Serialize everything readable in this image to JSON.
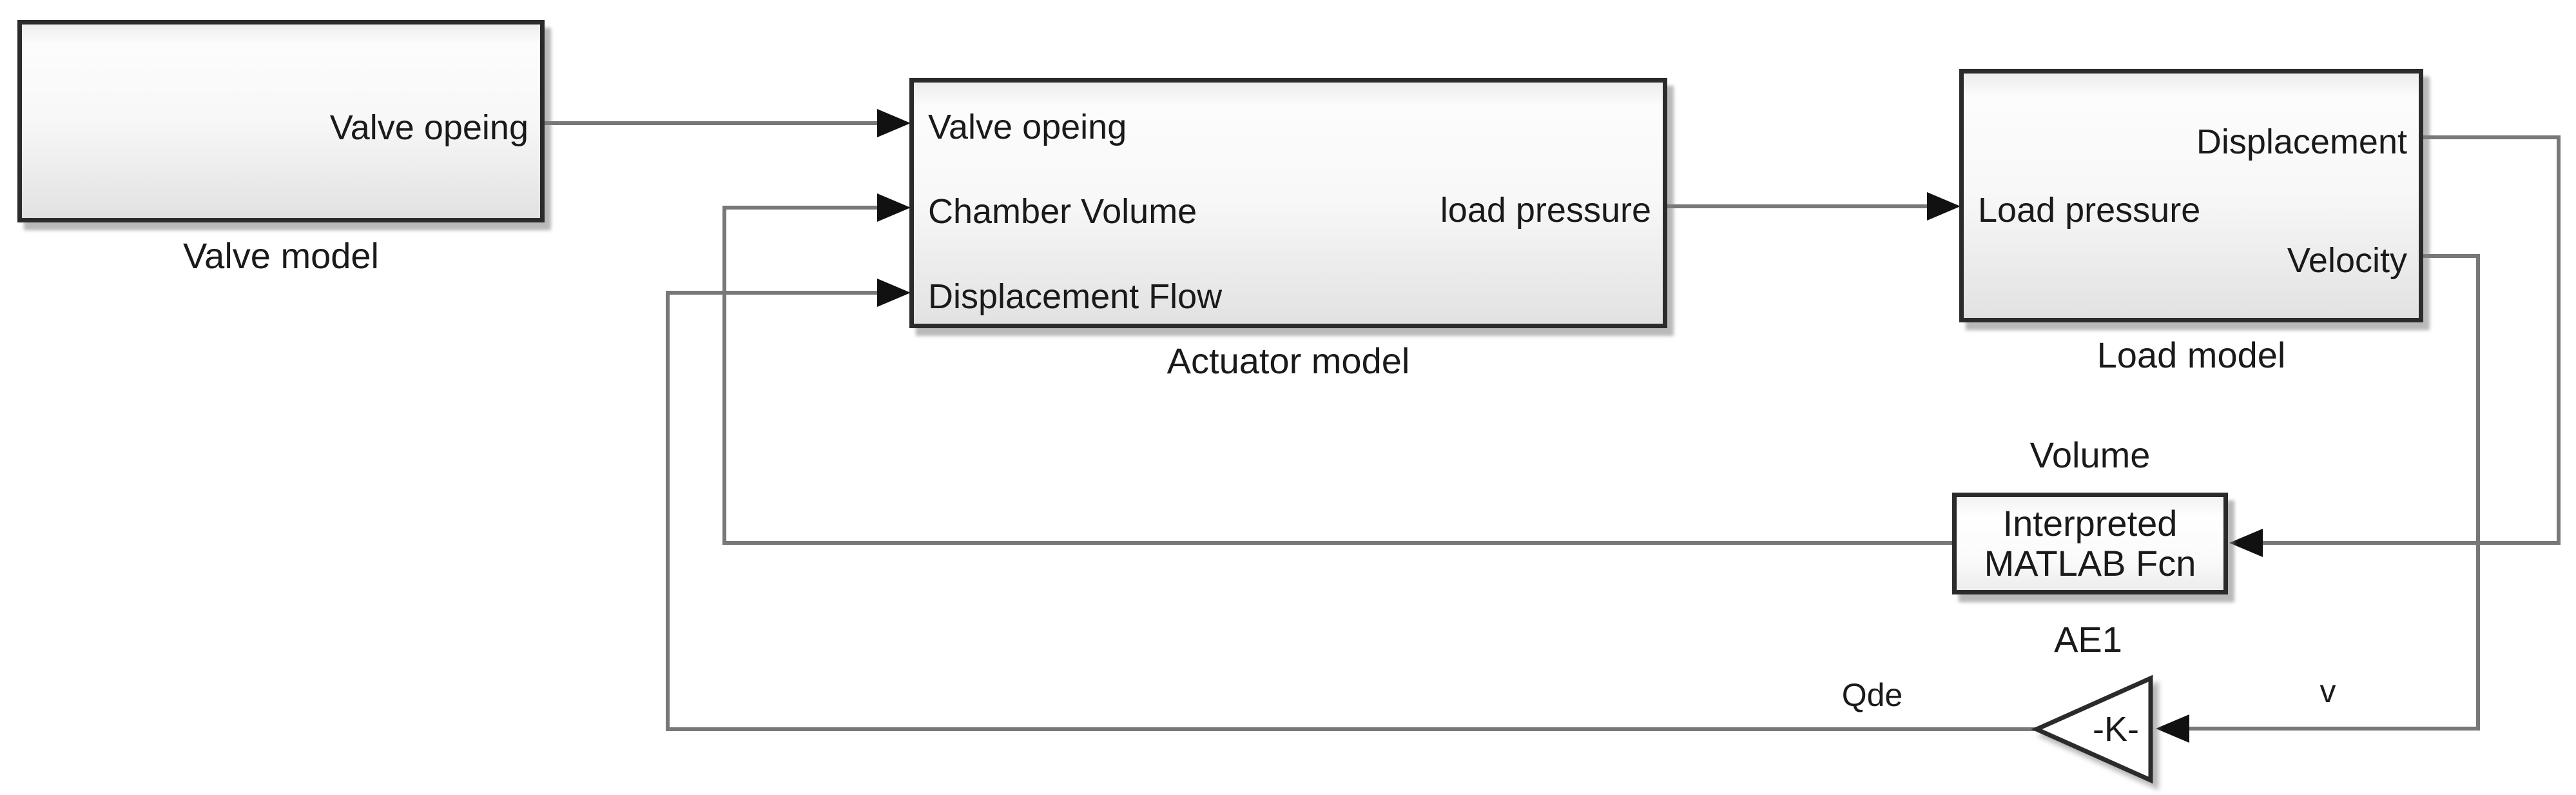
{
  "diagram_type": "simulink-block-diagram",
  "blocks": {
    "valve": {
      "name": "Valve model",
      "ports": {
        "out1": "Valve opeing"
      }
    },
    "actuator": {
      "name": "Actuator model",
      "ports": {
        "in1": "Valve opeing",
        "in2": "Chamber Volume",
        "in3": "Displacement Flow",
        "out1": "load pressure"
      }
    },
    "load": {
      "name": "Load model",
      "ports": {
        "in1": "Load pressure",
        "out1": "Displacement",
        "out2": "Velocity"
      }
    },
    "volume_fcn": {
      "name": "Volume",
      "body": "Interpreted\nMATLAB Fcn"
    },
    "gain": {
      "name": "AE1",
      "value": "-K-"
    }
  },
  "signal_labels": {
    "qde": "Qde",
    "v": "v"
  },
  "colors": {
    "background": "#ffffff",
    "wire": "#787878",
    "block_border": "#2b2b2b",
    "arrowhead": "#111111",
    "text": "#1a1a1a"
  }
}
